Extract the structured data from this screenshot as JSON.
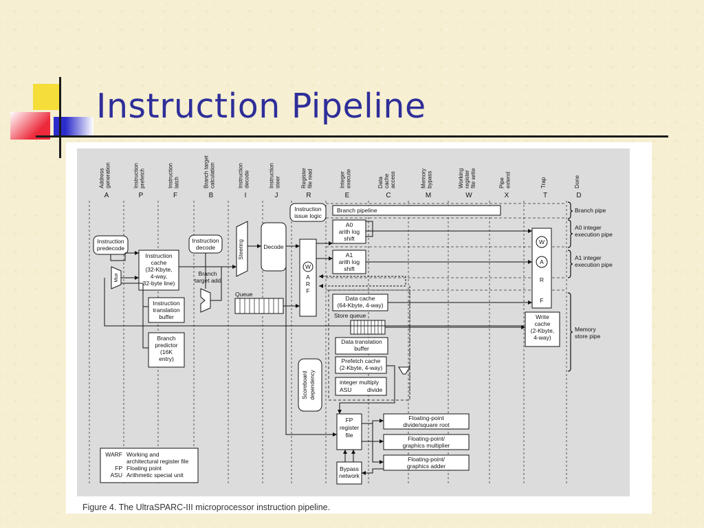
{
  "slide": {
    "title": "Instruction Pipeline",
    "caption": "Figure 4. The UltraSPARC-III microprocessor instruction pipeline."
  },
  "colors": {
    "title": "#2e2e9a",
    "deco_yellow": "#f5dd3a",
    "deco_red": "#ec2a3b",
    "deco_blue": "#2c2ccc",
    "figure_bg": "#dcdcdc"
  },
  "diagram": {
    "stages": [
      {
        "name": "Address generation",
        "letter": "A"
      },
      {
        "name": "Instruction prefetch",
        "letter": "P"
      },
      {
        "name": "Instruction latch",
        "letter": "F"
      },
      {
        "name": "Branch target calculation",
        "letter": "B"
      },
      {
        "name": "Instruction decode",
        "letter": "I"
      },
      {
        "name": "Instruction steer",
        "letter": "J"
      },
      {
        "name": "Register file read",
        "letter": "R"
      },
      {
        "name": "Integer execute",
        "letter": "E"
      },
      {
        "name": "Data cache access",
        "letter": "C"
      },
      {
        "name": "Memory bypass",
        "letter": "M"
      },
      {
        "name": "Working register file write",
        "letter": "W"
      },
      {
        "name": "Pipe extend",
        "letter": "X"
      },
      {
        "name": "Trap",
        "letter": "T"
      },
      {
        "name": "Done",
        "letter": "D"
      }
    ],
    "blocks": {
      "instruction_predecode": "Instruction predecode",
      "mux": "Mux",
      "instruction_cache": "Instruction cache (32-Kbyte, 4-way, 32-byte line)",
      "instruction_translation_buffer": "Instruction translation buffer",
      "branch_predictor": "Branch predictor (16K entry)",
      "instruction_decode": "Instruction decode",
      "branch_target_add": "Branch target add",
      "steering": "Steering",
      "queue": "Queue",
      "decode": "Decode",
      "instruction_issue_logic": "Instruction issue logic",
      "warf": "W A R F",
      "scoreboard": "Scoreboard dependency",
      "branch_pipeline": "Branch pipeline",
      "a0_alu": "A0 arith log shift",
      "a1_alu": "A1 arith log shift",
      "data_cache": "Data cache (64-Kbyte, 4-way)",
      "store_queue": "Store queue",
      "data_translation_buffer": "Data translation buffer",
      "prefetch_cache": "Prefetch cache (2-Kbyte, 4-way)",
      "int_mul_div": "Integer multiply divide",
      "asu": "ASU",
      "fp_register_file": "FP register file",
      "bypass_network": "Bypass network",
      "fp_div_sqrt": "Floating-point divide/square root",
      "fp_mul": "Floating-point/ graphics multiplier",
      "fp_add": "Floating-point/ graphics adder",
      "write_cache": "Write cache (2-Kbyte, 4-way)",
      "w": "W",
      "a": "A",
      "r": "R",
      "f": "F"
    },
    "pipe_labels": {
      "branch": "Branch pipe",
      "a0": "A0 integer execution pipe",
      "a1": "A1 integer execution pipe",
      "memory": "Memory store pipe"
    },
    "legend": [
      {
        "abbr": "WARF",
        "desc": "Working and architectural register file"
      },
      {
        "abbr": "FP",
        "desc": "Floating point"
      },
      {
        "abbr": "ASU",
        "desc": "Arithmetic special unit"
      }
    ]
  }
}
